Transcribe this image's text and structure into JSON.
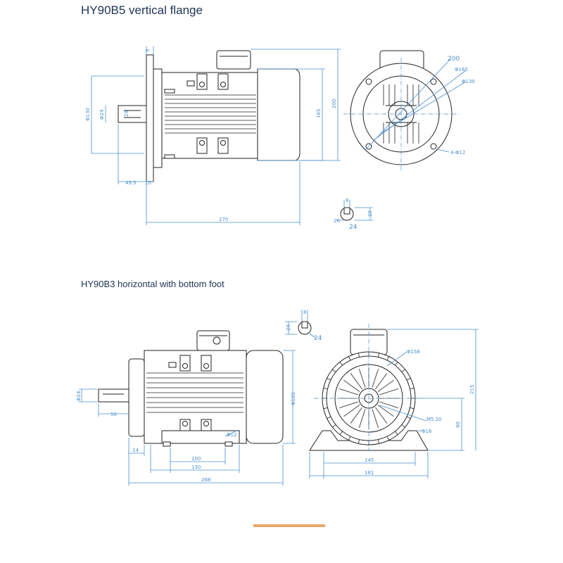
{
  "titles": {
    "flange": "HY90B5 vertical flange",
    "foot": "HY90B3 horizontal with bottom foot"
  },
  "flange_side_dims": {
    "top_small": "5",
    "d130": "Φ130",
    "d24": "Φ24",
    "shaft_w": "20",
    "len49_5": "49.5",
    "len10": "10",
    "height165": "165",
    "height200": "200",
    "length270": "270"
  },
  "flange_end_dims": {
    "d200": "200",
    "d165": "Φ165",
    "d130": "Φ130",
    "holes": "4-Φ12"
  },
  "key_section_dims": {
    "w8": "8",
    "h20": "20",
    "d24": "24",
    "left26": "26"
  },
  "foot_key_section_dims": {
    "w8": "8",
    "h20": "20",
    "d24": "24"
  },
  "foot_side_dims": {
    "d24": "Φ24",
    "len50": "50",
    "h165": "Φ165",
    "hole12": "Φ12",
    "len14": "14",
    "len100": "100",
    "len130": "130",
    "len268": "268"
  },
  "foot_end_dims": {
    "d158": "Φ158",
    "m": "M5.20",
    "h90": "90",
    "h215": "215",
    "d16": "Φ16",
    "w145": "145",
    "w181": "181"
  },
  "colors": {
    "title": "#1f3354",
    "dimension": "#4a8fcf",
    "line": "#222222",
    "bar": "#e8a76a"
  }
}
